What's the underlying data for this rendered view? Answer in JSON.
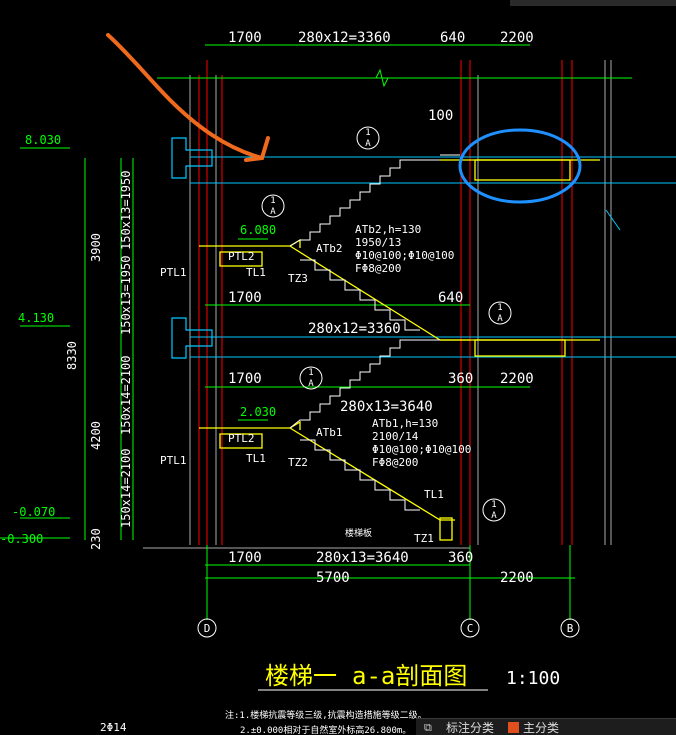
{
  "drawing": {
    "title_cn": "楼梯一",
    "title_section": "a-a剖面图",
    "scale": "1:100",
    "note_line1": "注:1.楼梯抗震等级三级,抗震构造措施等级二级。",
    "note_line2": "2.±0.000相对于自然室外标高26.800m。",
    "bottom_left": "2Φ14"
  },
  "dims_top": {
    "d1": "1700",
    "d2": "280x12=3360",
    "d3": "640",
    "d4": "2200",
    "d5": "100"
  },
  "dims_mid": {
    "d1": "1700",
    "d2": "280x12=3360",
    "d3": "640"
  },
  "dims_mid2": {
    "d1": "1700",
    "d2": "280x13=3640",
    "d3": "360",
    "d4": "2200"
  },
  "dims_bottom": {
    "d1": "1700",
    "d2": "280x13=3640",
    "d3": "360",
    "d4": "5700",
    "d5": "2200"
  },
  "elevations": {
    "e1": "8.030",
    "e2": "4.130",
    "e3": "-0.070",
    "e4": "-0.300",
    "e5": "6.080",
    "e6": "2.030"
  },
  "vdims": {
    "v1": "150x13=1950",
    "v2": "150x13=1950",
    "v3": "150x14=2100",
    "v4": "150x14=2100",
    "v5": "3900",
    "v6": "4200",
    "v7": "8330",
    "v8": "230"
  },
  "labels": {
    "atb2": "ATb2",
    "atb2_h": "ATb2,h=130",
    "atb2_a": "1950/13",
    "atb2_b": "Φ10@100;Φ10@100",
    "atb2_c": "FΦ8@200",
    "atb1": "ATb1",
    "atb1_h": "ATb1,h=130",
    "atb1_a": "2100/14",
    "atb1_b": "Φ10@100;Φ10@100",
    "atb1_c": "FΦ8@200",
    "ptl1": "PTL1",
    "ptl1b": "PTL1",
    "ptl2": "PTL2",
    "ptl2b": "PTL2",
    "tl1": "TL1",
    "tl1b": "TL1",
    "tl1c": "TL1",
    "tz3": "TZ3",
    "tz2": "TZ2",
    "tz1": "TZ1",
    "ground": "楼梯板"
  },
  "callouts": {
    "c_num": "1",
    "c_let": "A"
  },
  "grid": {
    "g_left": "D",
    "g_mid": "C",
    "g_right": "B"
  },
  "taskbar": {
    "item1": "标注分类",
    "item2": "主分类"
  },
  "colors": {
    "dim": "#00ff00",
    "stair": "#ffff00",
    "wall": "#ff0000",
    "beam": "#00c8ff",
    "text": "#ffffff",
    "arrow": "#f06a1e",
    "circle": "#1e90ff"
  }
}
